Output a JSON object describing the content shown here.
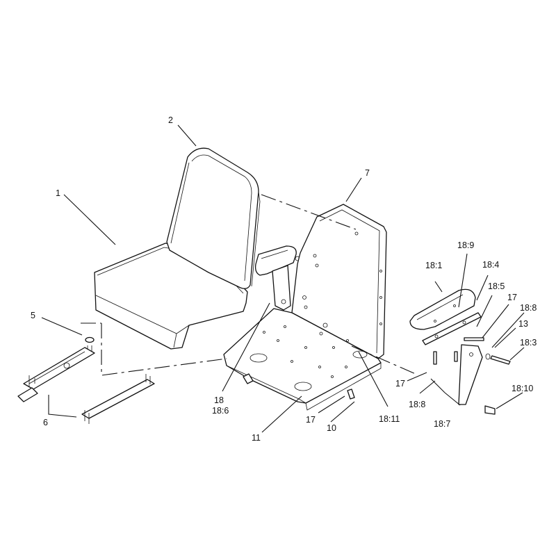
{
  "callouts": {
    "c1": "1",
    "c2": "2",
    "c5": "5",
    "c6": "6",
    "c7": "7",
    "c10": "10",
    "c11": "11",
    "c13": "13",
    "c17a": "17",
    "c17b": "17",
    "c17c": "17",
    "c18": "18",
    "c18_6": "18:6",
    "c18_1": "18:1",
    "c18_3": "18:3",
    "c18_4": "18:4",
    "c18_5": "18:5",
    "c18_7": "18:7",
    "c18_8a": "18:8",
    "c18_8b": "18:8",
    "c18_9": "18:9",
    "c18_10": "18:10",
    "c18_11": "18:11"
  }
}
